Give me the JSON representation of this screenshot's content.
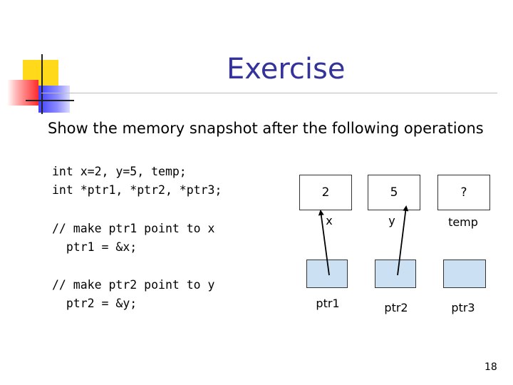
{
  "title": "Exercise",
  "subtitle": "Show the memory snapshot after the following operations",
  "code": {
    "block1": "int x=2, y=5, temp;\nint *ptr1, *ptr2, *ptr3;",
    "block2": "// make ptr1 point to x\n  ptr1 = &x;",
    "block3": "// make ptr2 point to y\n  ptr2 = &y;"
  },
  "memory": {
    "variables": [
      {
        "name": "x",
        "value": "2"
      },
      {
        "name": "y",
        "value": "5"
      },
      {
        "name": "temp",
        "value": "?"
      }
    ],
    "pointers": [
      {
        "name": "ptr1",
        "points_to": "x"
      },
      {
        "name": "ptr2",
        "points_to": "y"
      },
      {
        "name": "ptr3",
        "points_to": ""
      }
    ]
  },
  "slide_number": "18",
  "colors": {
    "title": "#333399",
    "pointer_box": "#cce0f4",
    "logo_yellow": "#ffd91a",
    "logo_red": "#ff2a2a",
    "logo_blue": "#4040ff"
  }
}
